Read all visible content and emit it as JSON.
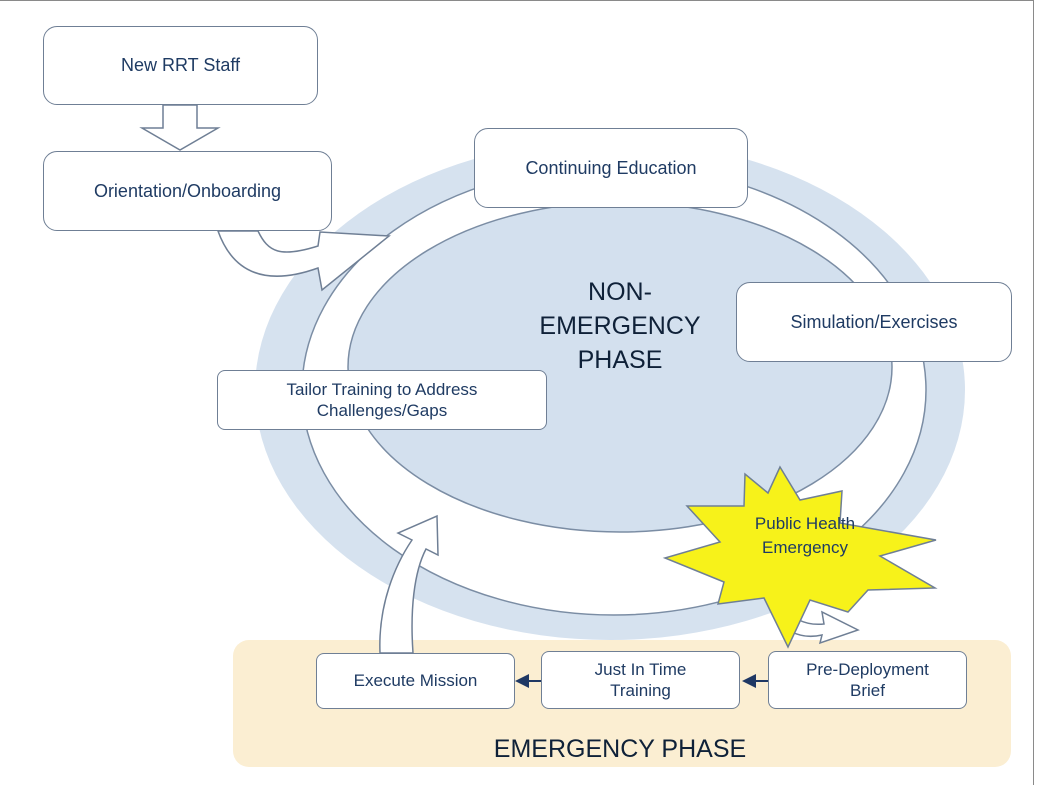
{
  "boxes": {
    "new_rrt_staff": "New RRT Staff",
    "orientation": "Orientation/Onboarding",
    "continuing_education": "Continuing Education",
    "simulation": "Simulation/Exercises",
    "tailor_training_line1": "Tailor Training to Address",
    "tailor_training_line2": "Challenges/Gaps",
    "execute_mission": "Execute Mission",
    "just_in_time_line1": "Just In Time",
    "just_in_time_line2": "Training",
    "pre_deployment_line1": "Pre-Deployment",
    "pre_deployment_line2": "Brief"
  },
  "phases": {
    "non_emergency_line1": "NON-",
    "non_emergency_line2": "EMERGENCY",
    "non_emergency_line3": "PHASE",
    "emergency": "EMERGENCY PHASE"
  },
  "burst": {
    "line1": "Public Health",
    "line2": "Emergency"
  },
  "colors": {
    "outer_ring": "#d6e2ef",
    "inner_ellipse": "#d3e0ee",
    "emergency_band": "#fbeed2",
    "burst_fill": "#f7f21a",
    "box_border": "#6f7f95",
    "text": "#1f3b63",
    "small_arrow": "#1f3864"
  }
}
